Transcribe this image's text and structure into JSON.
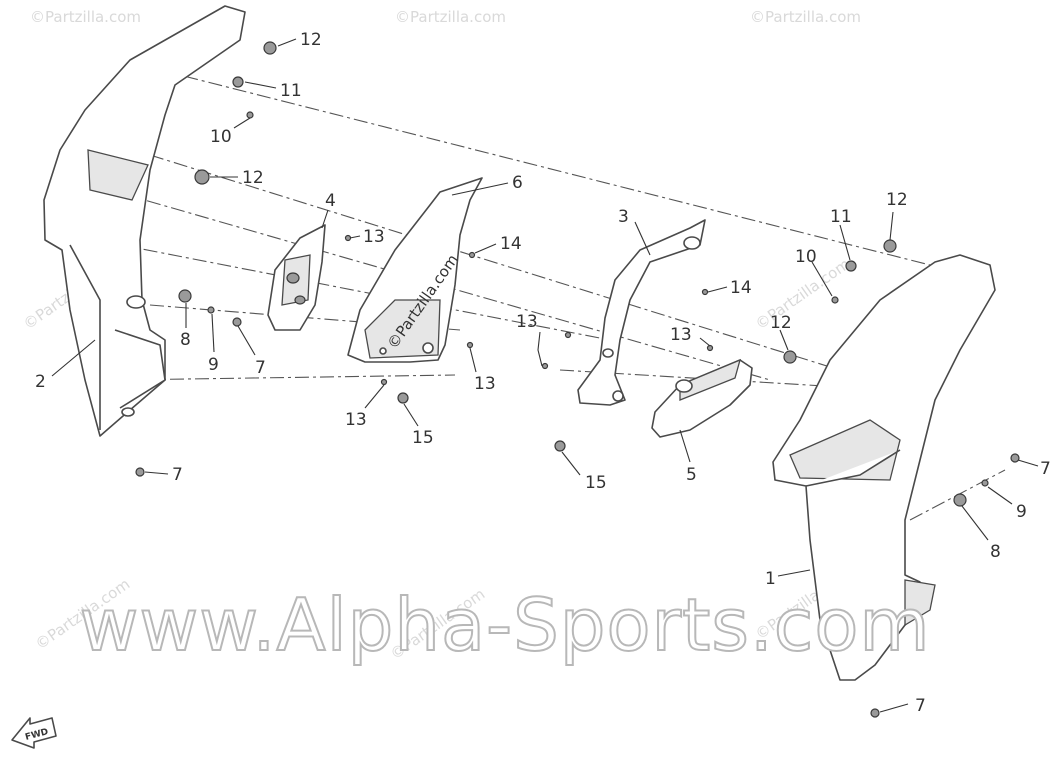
{
  "diagram": {
    "callouts": [
      {
        "id": "c12a",
        "text": "12"
      },
      {
        "id": "c11a",
        "text": "11"
      },
      {
        "id": "c10a",
        "text": "10"
      },
      {
        "id": "c12b",
        "text": "12"
      },
      {
        "id": "c6",
        "text": "6"
      },
      {
        "id": "c4",
        "text": "4"
      },
      {
        "id": "c13a",
        "text": "13"
      },
      {
        "id": "c14a",
        "text": "14"
      },
      {
        "id": "c8a",
        "text": "8"
      },
      {
        "id": "c9a",
        "text": "9"
      },
      {
        "id": "c7a",
        "text": "7"
      },
      {
        "id": "c2",
        "text": "2"
      },
      {
        "id": "c7b",
        "text": "7"
      },
      {
        "id": "c13b",
        "text": "13"
      },
      {
        "id": "c13c",
        "text": "13"
      },
      {
        "id": "c15a",
        "text": "15"
      },
      {
        "id": "c3",
        "text": "3"
      },
      {
        "id": "c14b",
        "text": "14"
      },
      {
        "id": "c13d",
        "text": "13"
      },
      {
        "id": "c13e",
        "text": "13"
      },
      {
        "id": "c15b",
        "text": "15"
      },
      {
        "id": "c5",
        "text": "5"
      },
      {
        "id": "c11b",
        "text": "11"
      },
      {
        "id": "c12c",
        "text": "12"
      },
      {
        "id": "c10b",
        "text": "10"
      },
      {
        "id": "c12d",
        "text": "12"
      },
      {
        "id": "c7c",
        "text": "7"
      },
      {
        "id": "c9b",
        "text": "9"
      },
      {
        "id": "c8b",
        "text": "8"
      },
      {
        "id": "c1",
        "text": "1"
      },
      {
        "id": "c7d",
        "text": "7"
      }
    ],
    "forward_arrow_label": "FWD"
  },
  "watermarks": {
    "main": "www.Alpha-Sports.com",
    "center": "©Partzilla.com",
    "repeat": "©Partzilla.com"
  },
  "colors": {
    "background": "#ffffff",
    "line": "#4a4a4a",
    "watermark": "#b8b8b8"
  }
}
